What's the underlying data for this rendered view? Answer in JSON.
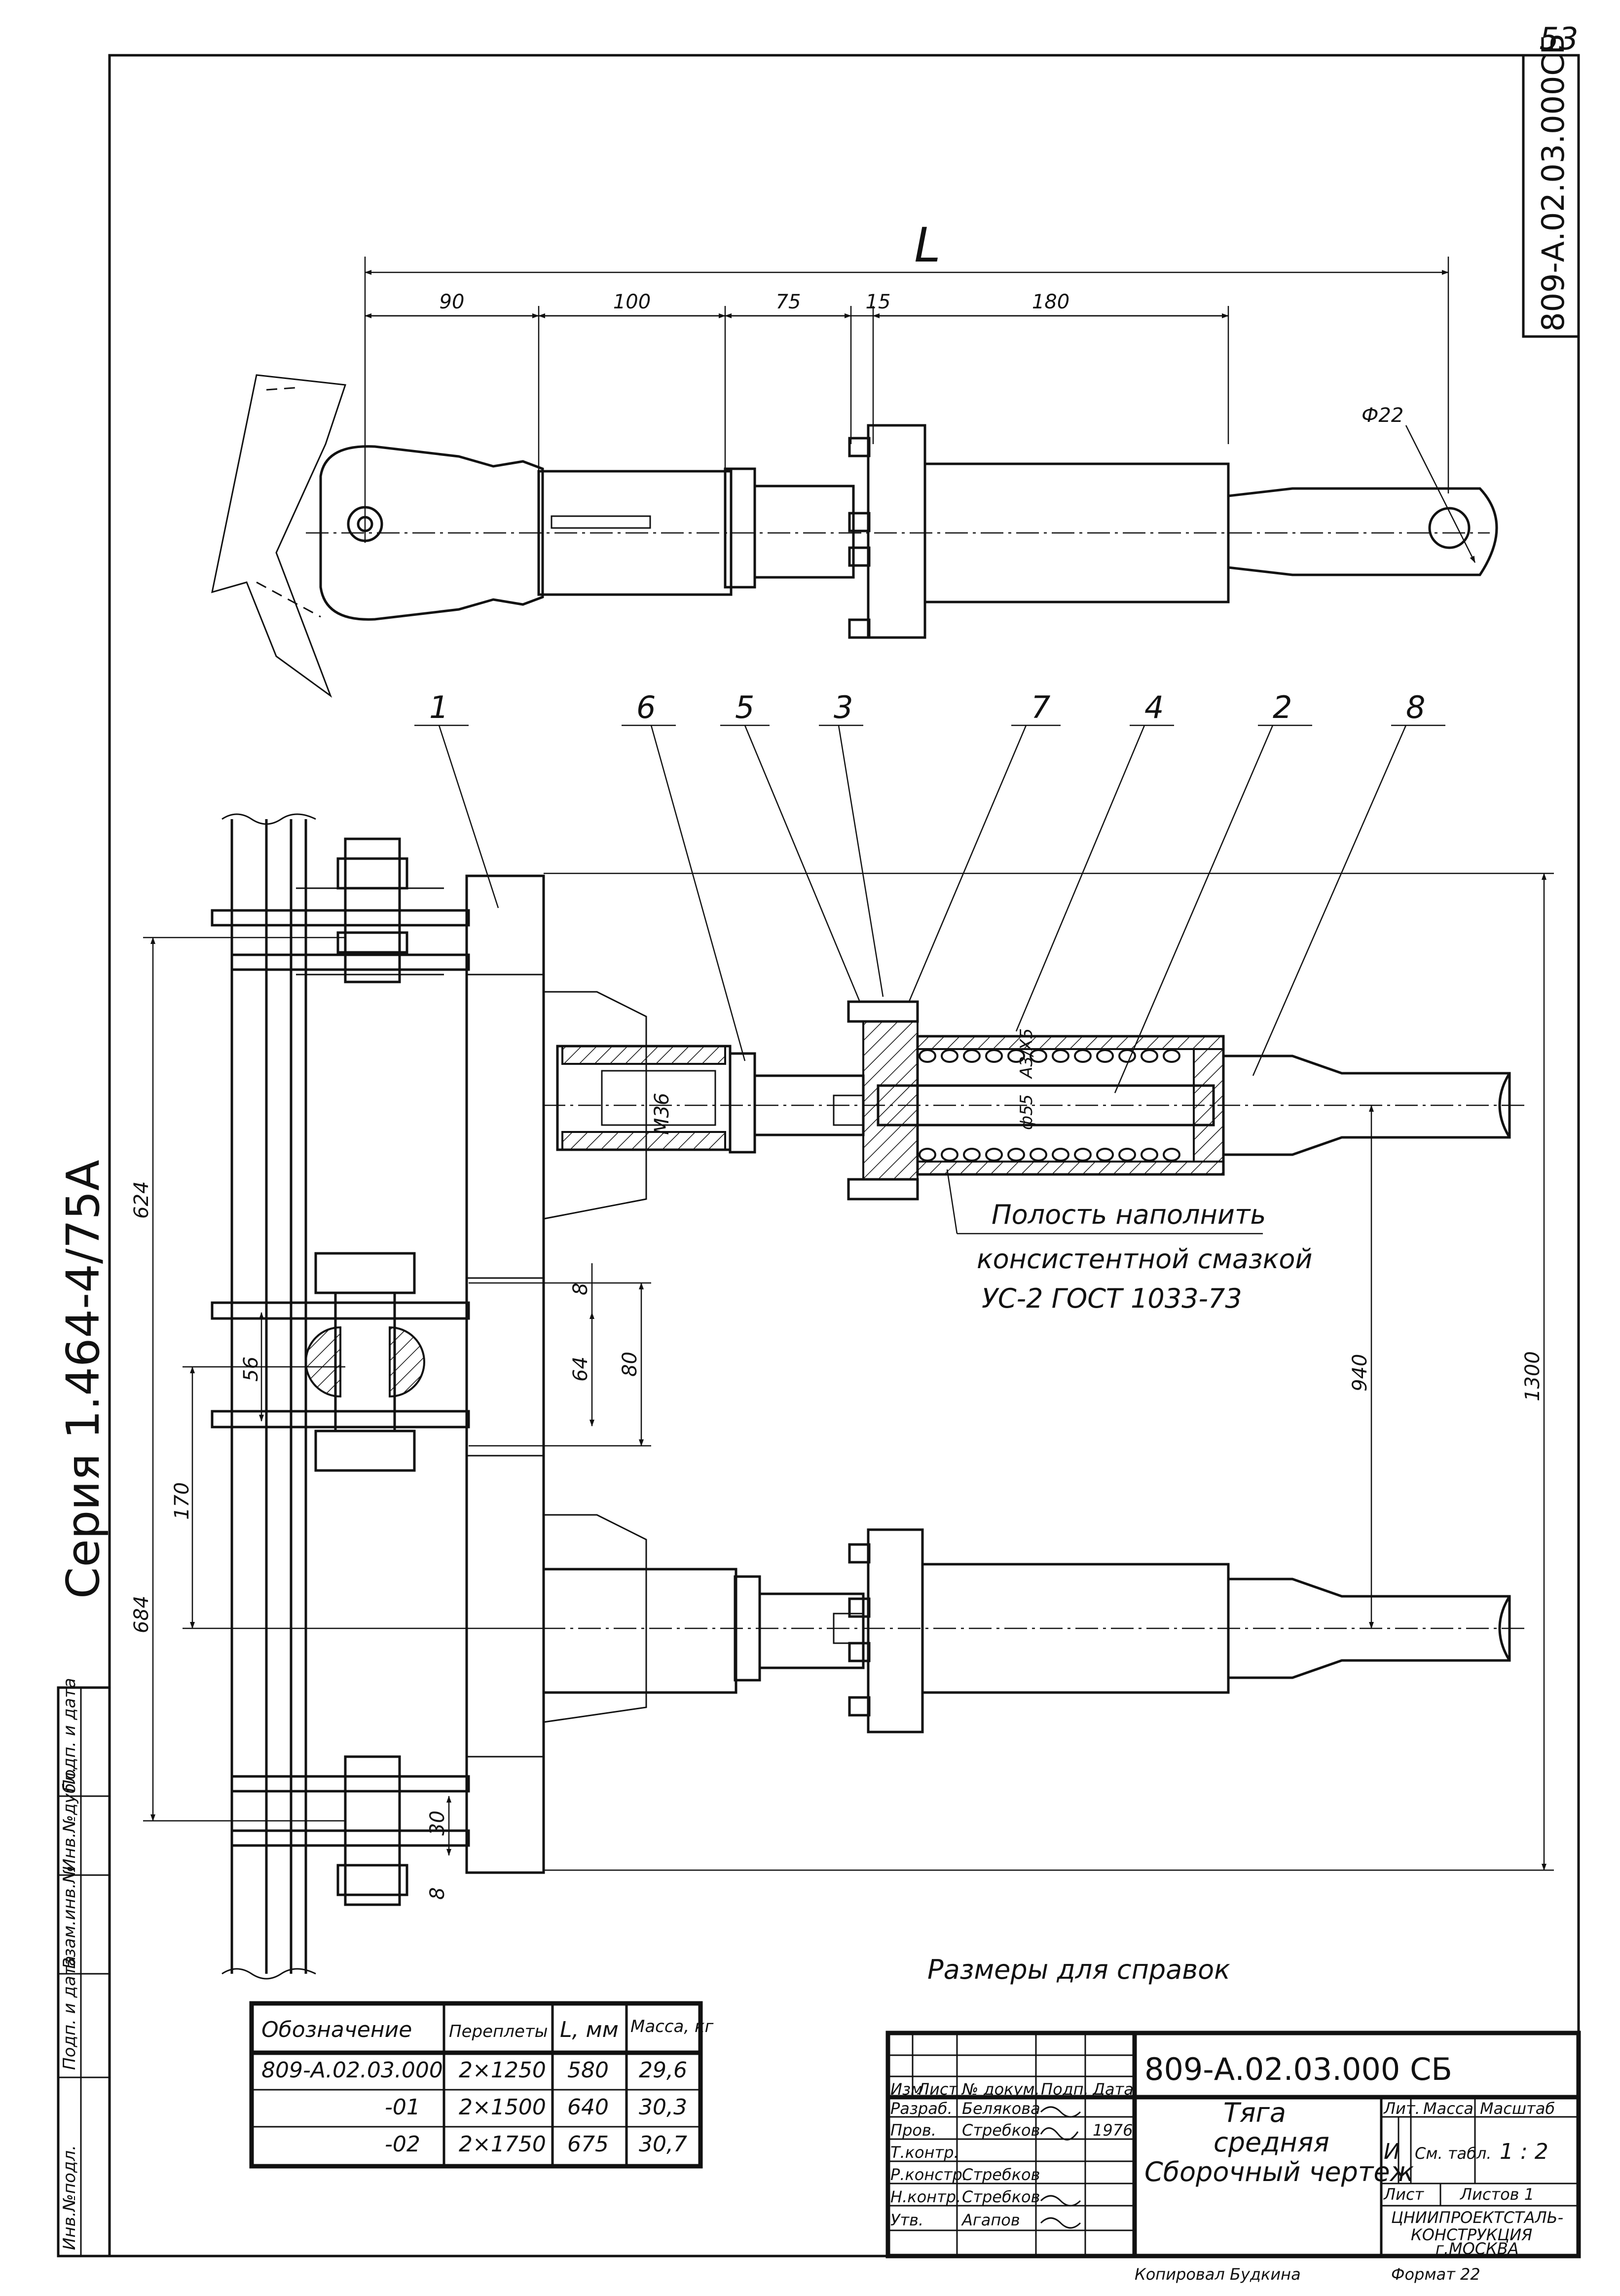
{
  "sheet": {
    "number": "53",
    "code_vertical": "809-А.02.03.000СБ",
    "series": "Серия 1.464-4/75А",
    "copied_by": "Копировал  Будкина",
    "format": "Формат 22",
    "reference_note": "Размеры для справок"
  },
  "side_stamp": [
    "Инв.№подл.",
    "Подп. и дата",
    "Взам.инв.№",
    "Инв.№дубл.",
    "Подп. и дата"
  ],
  "top_view": {
    "dim_total": "L",
    "dims": [
      "90",
      "100",
      "75",
      "15",
      "180"
    ],
    "hole": "Ф22"
  },
  "main_view": {
    "position_labels": [
      "1",
      "6",
      "5",
      "3",
      "7",
      "4",
      "2",
      "8"
    ],
    "thread": "М36",
    "bore": "ф55",
    "fit": "A3/X5",
    "dims_left": [
      "624",
      "56",
      "170",
      "684"
    ],
    "dims_mid": [
      "8",
      "64",
      "80",
      "30",
      "8"
    ],
    "dims_right": [
      "940",
      "1300"
    ],
    "note_lines": [
      "Полость наполнить",
      "консистентной смазкой",
      "УС-2  ГОСТ  1033-73"
    ]
  },
  "spec_table": {
    "headers": [
      "Обозначение",
      "Переплеты",
      "L, мм",
      "Масса, кг"
    ],
    "rows": [
      [
        "809-А.02.03.000",
        "2×1250",
        "580",
        "29,6"
      ],
      [
        "-01",
        "2×1500",
        "640",
        "30,3"
      ],
      [
        "-02",
        "2×1750",
        "675",
        "30,7"
      ]
    ]
  },
  "title_block": {
    "code": "809-А.02.03.000 СБ",
    "name_lines": [
      "Тяга",
      "средняя",
      "Сборочный чертеж"
    ],
    "col_headers": [
      "Изм",
      "Лист",
      "№ докум.",
      "Подп.",
      "Дата"
    ],
    "roles": [
      {
        "role": "Разраб.",
        "name": "Белякова"
      },
      {
        "role": "Пров.",
        "name": "Стребков"
      },
      {
        "role": "Т.контр.",
        "name": ""
      },
      {
        "role": "Р.констр.",
        "name": "Стребков"
      },
      {
        "role": "Н.контр.",
        "name": "Стребков"
      },
      {
        "role": "Утв.",
        "name": "Агапов"
      }
    ],
    "year": "1976",
    "lit_label": "Лит.",
    "mass_label": "Масса",
    "scale_label": "Масштаб",
    "lit_value": "И",
    "mass_value": "См. табл.",
    "scale_value": "1 : 2",
    "sheet_label": "Лист",
    "sheets_label": "Листов 1",
    "org_lines": [
      "ЦНИИПРОЕКТСТАЛЬ-",
      "КОНСТРУКЦИЯ",
      "г.МОСКВА"
    ]
  }
}
